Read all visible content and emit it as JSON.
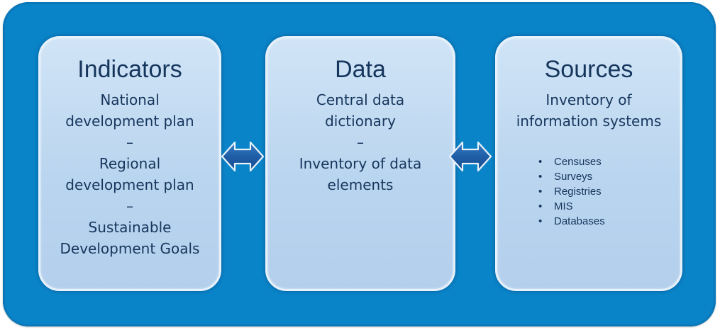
{
  "panels": [
    {
      "title": "Indicators",
      "lines": [
        "National",
        "development plan",
        "–",
        "Regional",
        "development plan",
        "–",
        "Sustainable",
        "Development Goals"
      ]
    },
    {
      "title": "Data",
      "lines": [
        "Central data",
        "dictionary",
        "–",
        "Inventory of data",
        "elements"
      ]
    },
    {
      "title": "Sources",
      "lines": [
        "Inventory of",
        "information systems"
      ],
      "bullets": [
        "Censuses",
        "Surveys",
        "Registries",
        "MIS",
        "Databases"
      ]
    }
  ],
  "bullet_glyph": "•",
  "colors": {
    "outer_background": "#0a84c8",
    "panel_fill": "#bad5ef",
    "text": "#17365d",
    "arrow": "#1f5fa8"
  },
  "icons": {
    "connector_1": "double-arrow-icon",
    "connector_2": "double-arrow-icon"
  }
}
